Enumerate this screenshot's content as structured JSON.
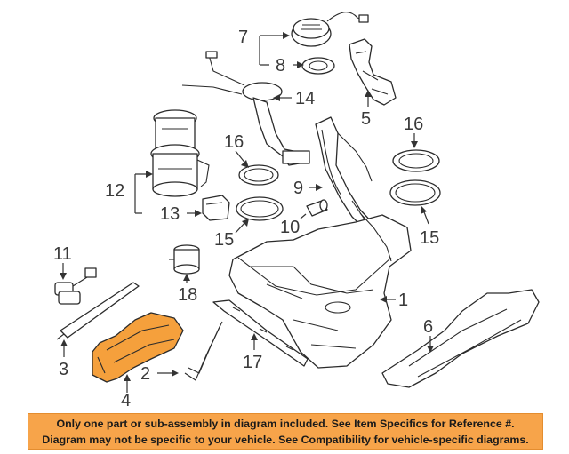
{
  "callouts": {
    "c1": "1",
    "c2": "2",
    "c3": "3",
    "c4": "4",
    "c5": "5",
    "c6": "6",
    "c7": "7",
    "c8": "8",
    "c9": "9",
    "c10": "10",
    "c11": "11",
    "c12": "12",
    "c13": "13",
    "c14": "14",
    "c15a": "15",
    "c15b": "15",
    "c16a": "16",
    "c16b": "16",
    "c17": "17",
    "c18": "18"
  },
  "highlight_color": "#f5a03c",
  "banner": {
    "line1": "Only one part or sub-assembly in diagram included. See Item Specifics for Reference #.",
    "line2": "Diagram may not be specific to your vehicle. See Compatibility for vehicle-specific diagrams.",
    "color": "#f7a44a"
  }
}
